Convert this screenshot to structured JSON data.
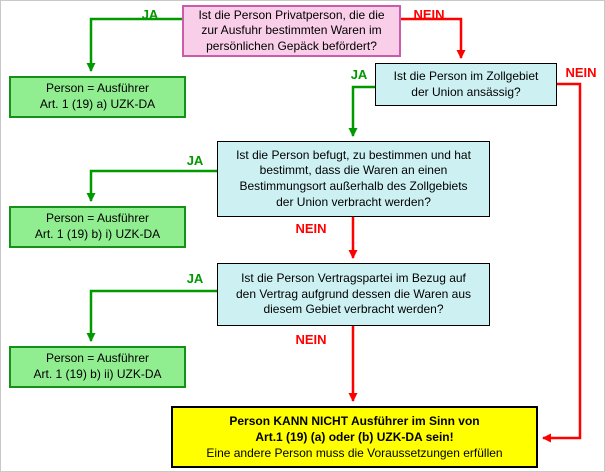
{
  "labels": {
    "ja": "JA",
    "nein": "NEIN"
  },
  "colors": {
    "question_pink_bg": "#F9CEE8",
    "question_pink_border": "#CC5BAB",
    "question_cyan_bg": "#CDF1F3",
    "result_green_bg": "#90EE90",
    "result_green_border": "#169016",
    "final_yellow_bg": "#FFFF00",
    "arrow_green": "#009900",
    "arrow_red": "#FF0000",
    "label_ja": "#009900",
    "label_nein": "#FF0000"
  },
  "boxes": {
    "q1": {
      "lines": [
        "Ist die Person Privatperson, die die",
        "zur Ausfuhr bestimmten Waren im",
        "persönlichen Gepäck befördert?"
      ]
    },
    "q2": {
      "lines": [
        "Ist die Person im Zollgebiet",
        "der Union ansässig?"
      ]
    },
    "q3": {
      "lines": [
        "Ist die Person befugt, zu bestimmen und hat",
        "bestimmt, dass die Waren an einen",
        "Bestimmungsort außerhalb des Zollgebiets",
        "der Union verbracht werden?"
      ]
    },
    "q4": {
      "lines": [
        "Ist die Person Vertragspartei im Bezug auf",
        "den Vertrag aufgrund dessen die Waren aus",
        "diesem Gebiet verbracht werden?"
      ]
    },
    "r1": {
      "lines": [
        "Person = Ausführer",
        "Art. 1 (19) a) UZK-DA"
      ]
    },
    "r2": {
      "lines": [
        "Person = Ausführer",
        "Art. 1 (19) b) i) UZK-DA"
      ]
    },
    "r3": {
      "lines": [
        "Person = Ausführer",
        "Art. 1 (19) b) ii) UZK-DA"
      ]
    },
    "final": {
      "bold_lines": [
        "Person KANN NICHT Ausführer im Sinn von",
        "Art.1 (19) (a) oder (b) UZK-DA sein!"
      ],
      "normal_line": "Eine andere Person muss die Voraussetzungen erfüllen"
    }
  }
}
